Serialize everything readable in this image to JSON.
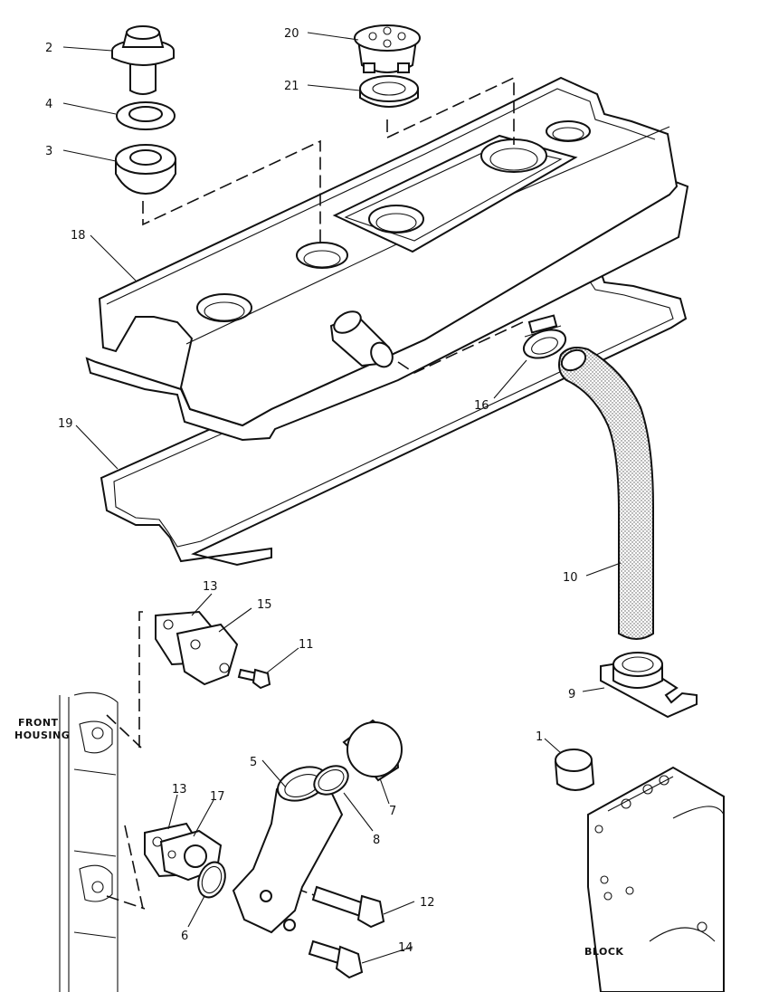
{
  "callouts": {
    "c1": "1",
    "c2": "2",
    "c3": "3",
    "c4": "4",
    "c5": "5",
    "c6": "6",
    "c7": "7",
    "c8": "8",
    "c9": "9",
    "c10": "10",
    "c11": "11",
    "c12": "12",
    "c13a": "13",
    "c13b": "13",
    "c14": "14",
    "c15": "15",
    "c16": "16",
    "c17": "17",
    "c18": "18",
    "c19": "19",
    "c20": "20",
    "c21": "21"
  },
  "captions": {
    "front_housing_line1": "FRONT",
    "front_housing_line2": "HOUSING",
    "block": "BLOCK"
  }
}
